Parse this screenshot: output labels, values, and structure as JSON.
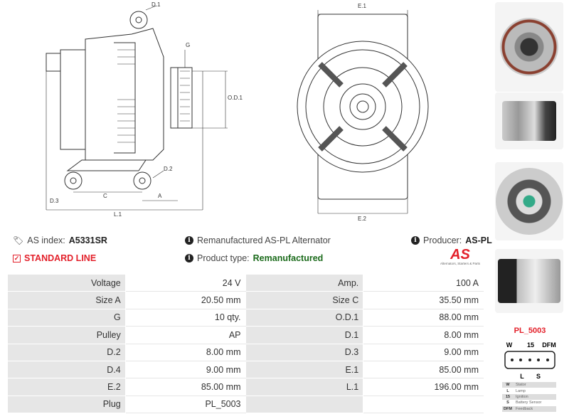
{
  "drawing_labels": {
    "d1": "D.1",
    "g": "G",
    "od1": "O.D.1",
    "d2": "D.2",
    "d3": "D.3",
    "c": "C",
    "a": "A",
    "l1": "L.1",
    "e1": "E.1",
    "e2": "E.2"
  },
  "info": {
    "as_index_label": "AS index:",
    "as_index": "A5331SR",
    "line": "STANDARD LINE",
    "description": "Remanufactured AS-PL Alternator",
    "product_type_label": "Product type:",
    "product_type": "Remanufactured",
    "producer_label": "Producer:",
    "producer": "AS-PL",
    "logo_text": "AS",
    "logo_tagline": "Alternators, Starters & Parts"
  },
  "specs": [
    [
      "Voltage",
      "24 V",
      "Amp.",
      "100 A"
    ],
    [
      "Size A",
      "20.50 mm",
      "Size C",
      "35.50 mm"
    ],
    [
      "G",
      "10 qty.",
      "O.D.1",
      "88.00 mm"
    ],
    [
      "Pulley",
      "AP",
      "D.1",
      "8.00 mm"
    ],
    [
      "D.2",
      "8.00 mm",
      "D.3",
      "9.00 mm"
    ],
    [
      "D.4",
      "9.00 mm",
      "E.1",
      "85.00 mm"
    ],
    [
      "E.2",
      "85.00 mm",
      "L.1",
      "196.00 mm"
    ],
    [
      "Plug",
      "PL_5003",
      "",
      ""
    ]
  ],
  "plug": {
    "name": "PL_5003",
    "top_pins": [
      "W",
      "15",
      "DFM"
    ],
    "bottom_pins": [
      "L",
      "S"
    ],
    "legend": [
      [
        "W",
        "Stator"
      ],
      [
        "L",
        "Lamp"
      ],
      [
        "15",
        "Ignition"
      ],
      [
        "S",
        "Battery Sensor"
      ],
      [
        "DFM",
        "Feedback"
      ]
    ]
  },
  "colors": {
    "red": "#e3202a",
    "green": "#1a6a1a"
  }
}
